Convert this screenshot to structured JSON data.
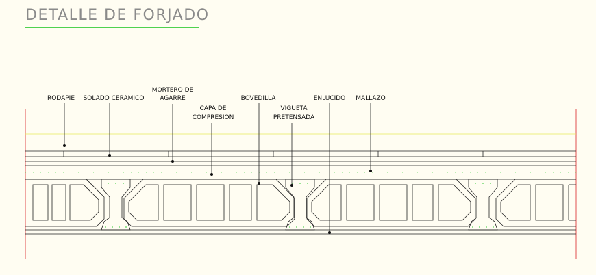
{
  "title": "DETALLE DE FORJADO",
  "colors": {
    "background": "#fffdf2",
    "title": "#8a8a8a",
    "title_underline": "#4fd24f",
    "border_lines": "#e05050",
    "yellow_line": "#e8e85a",
    "mesh_line": "#4fd24f",
    "outline": "#222222"
  },
  "labels": {
    "rodapie": "RODAPIE",
    "solado": "SOLADO CERAMICO",
    "mortero_1": "MORTERO DE",
    "mortero_2": "AGARRE",
    "capa_1": "CAPA DE",
    "capa_2": "COMPRESION",
    "bovedilla": "BOVEDILLA",
    "vigueta_1": "VIGUETA",
    "vigueta_2": "PRETENSADA",
    "enlucido": "ENLUCIDO",
    "mallazo": "MALLAZO"
  }
}
